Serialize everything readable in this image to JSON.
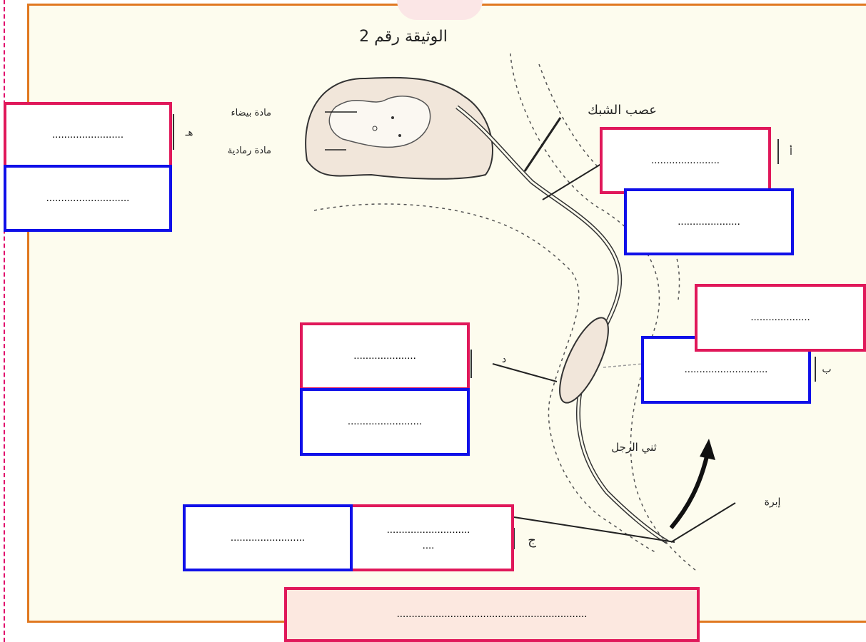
{
  "title": "الوثيقة رقم 2",
  "labels": {
    "white_matter": "مادة بيضاء",
    "grey_matter": "مادة رمادية",
    "spinal_nerve": "عصب الشبك",
    "leg_lift": "ثني الرجل",
    "needle": "إبرة",
    "letter_h": "هـ",
    "letter_a": "أ",
    "letter_b": "ب",
    "letter_d": "د",
    "letter_j": "ج"
  },
  "boxes": {
    "left_top": "........................",
    "left_bottom": "............................",
    "right_a_top": ".......................",
    "right_a_bottom": ".....................",
    "right_b_top": "....................",
    "right_b_bottom": "............................",
    "mid_d_top": ".....................",
    "mid_d_bottom": ".........................",
    "bottom_blue": ".........................",
    "bottom_pink_line1": "............................",
    "bottom_pink_line2": "....",
    "footer_box": "................................................................"
  }
}
